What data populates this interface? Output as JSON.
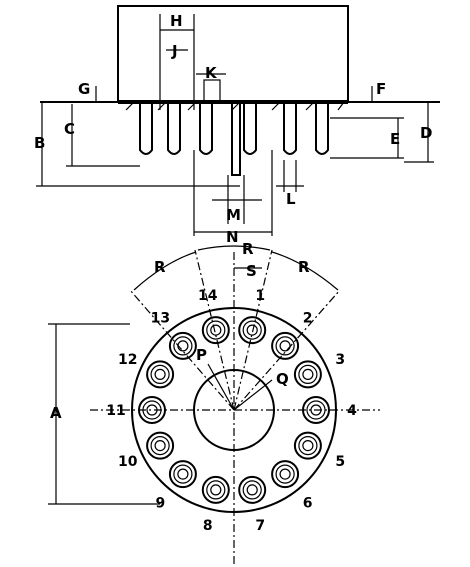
{
  "side_view": {
    "dimension_labels": [
      "H",
      "J",
      "K",
      "G",
      "F",
      "B",
      "C",
      "E",
      "D",
      "L",
      "M",
      "N"
    ]
  },
  "top_view": {
    "dimension_labels": [
      "R",
      "R",
      "R",
      "S",
      "P",
      "Q",
      "A"
    ],
    "pin_numbers": [
      "1",
      "2",
      "3",
      "4",
      "5",
      "6",
      "7",
      "8",
      "9",
      "10",
      "11",
      "12",
      "13",
      "14"
    ]
  }
}
